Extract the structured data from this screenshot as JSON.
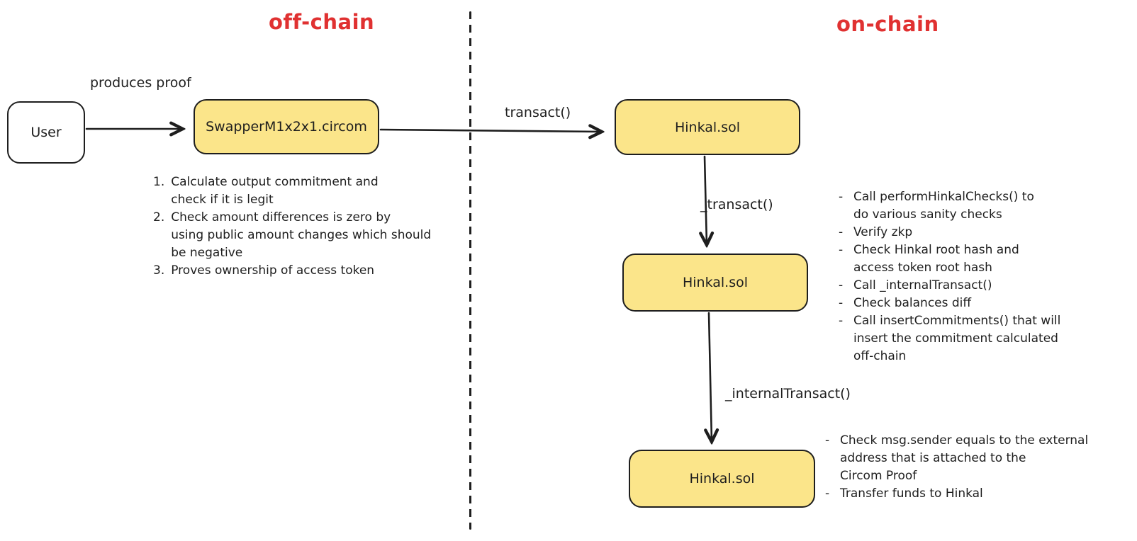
{
  "diagram": {
    "titles": {
      "left": "off-chain",
      "right": "on-chain"
    },
    "colors": {
      "accent_red": "#e03131",
      "stroke": "#1e1e1e",
      "box_fill": "#fbe58a",
      "background": "#ffffff"
    },
    "nodes": {
      "user": "User",
      "swapper_circom": "SwapperM1x2x1.circom",
      "hinkal_top": "Hinkal.sol",
      "hinkal_middle": "Hinkal.sol",
      "hinkal_bottom": "Hinkal.sol"
    },
    "edge_labels": {
      "produces_proof": "produces proof",
      "transact": "transact()",
      "transact_internal": "_transact()",
      "internal_transact": "_internalTransact()"
    },
    "notes": {
      "circom_steps": [
        {
          "marker": "1.",
          "lines": [
            "Calculate output commitment and",
            "check if it is legit"
          ]
        },
        {
          "marker": "2.",
          "lines": [
            "Check amount differences is zero by",
            "using public amount changes which should",
            "be negative"
          ]
        },
        {
          "marker": "3.",
          "lines": [
            "Proves ownership of access token"
          ]
        }
      ],
      "transact_steps": [
        {
          "marker": "-",
          "lines": [
            "Call performHinkalChecks() to",
            "do various sanity checks"
          ]
        },
        {
          "marker": "-",
          "lines": [
            "Verify zkp"
          ]
        },
        {
          "marker": "-",
          "lines": [
            "Check Hinkal root hash and",
            "access token root hash"
          ]
        },
        {
          "marker": "-",
          "lines": [
            "Call _internalTransact()"
          ]
        },
        {
          "marker": "-",
          "lines": [
            "Check balances diff"
          ]
        },
        {
          "marker": "-",
          "lines": [
            "Call insertCommitments() that will",
            "insert the commitment calculated",
            "off-chain"
          ]
        }
      ],
      "internal_steps": [
        {
          "marker": "-",
          "lines": [
            "Check msg.sender equals to the external",
            "address that is attached to the",
            "Circom Proof"
          ]
        },
        {
          "marker": "-",
          "lines": [
            "Transfer funds to Hinkal"
          ]
        }
      ]
    }
  }
}
